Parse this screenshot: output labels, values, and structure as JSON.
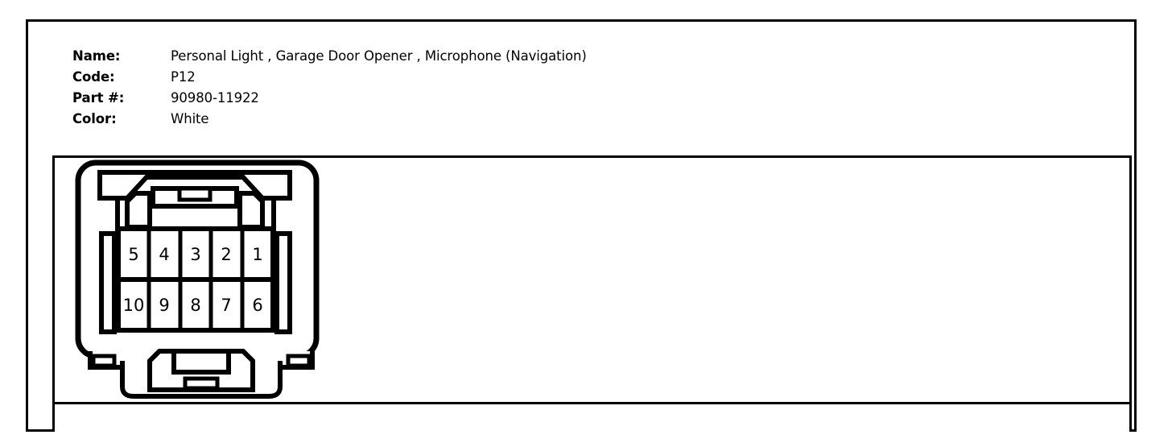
{
  "spec": {
    "rows": [
      {
        "label": "Name:",
        "value": "Personal Light , Garage Door Opener , Microphone (Navigation)"
      },
      {
        "label": "Code:",
        "value": "P12"
      },
      {
        "label": "Part #:",
        "value": "90980-11922"
      },
      {
        "label": "Color:",
        "value": "White"
      }
    ]
  },
  "connector": {
    "title": "connector-pinout-diagram",
    "description": "10-way rectangular white connector, face view, two rows of five cavities",
    "cavity_count": 10,
    "rows": [
      {
        "pins": [
          "5",
          "4",
          "3",
          "2",
          "1"
        ]
      },
      {
        "pins": [
          "10",
          "9",
          "8",
          "7",
          "6"
        ]
      }
    ],
    "line_color": "#000000",
    "fill_color": "#ffffff"
  }
}
